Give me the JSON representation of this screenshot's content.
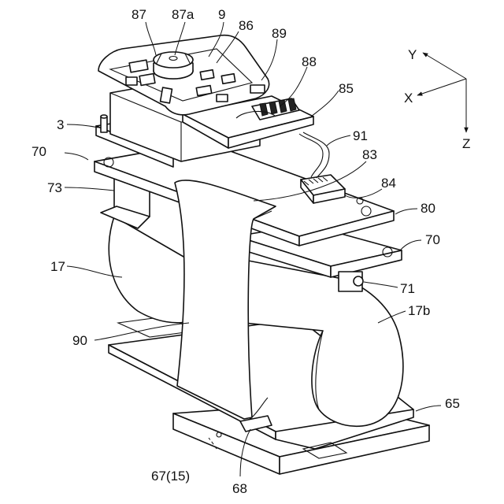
{
  "labels": {
    "l87": "87",
    "l87a": "87a",
    "l9": "9",
    "l86": "86",
    "l89": "89",
    "l88": "88",
    "l85": "85",
    "l3": "3",
    "l70_upper": "70",
    "l91": "91",
    "l83": "83",
    "l84": "84",
    "l73": "73",
    "l80": "80",
    "l70_lower": "70",
    "l71": "71",
    "l17": "17",
    "l17b": "17b",
    "l90": "90",
    "l65": "65",
    "l67": "67(15)",
    "l68": "68"
  },
  "axes": {
    "x": "X",
    "y": "Y",
    "z": "Z"
  }
}
